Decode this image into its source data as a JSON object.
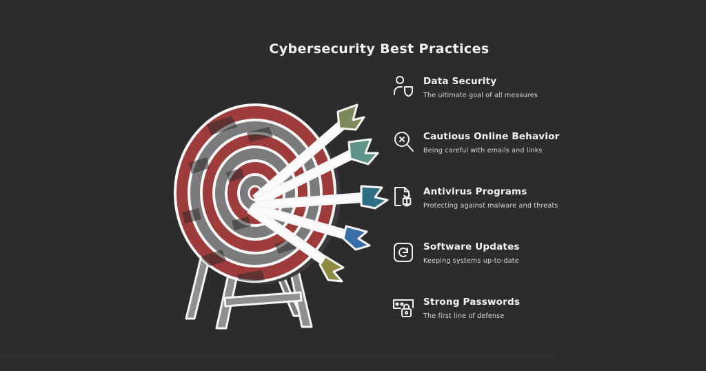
{
  "page": {
    "title": "Cybersecurity Best Practices",
    "background_color": "#2b2b2b",
    "panel_color": "#2c2c2c",
    "text_color": "#f4f4f4",
    "muted_text_color": "#d8d8d8"
  },
  "illustration": {
    "name": "archery-target-with-arrows",
    "ring_red": "#9e3b3b",
    "ring_gray": "#7b7b7b",
    "outline": "#f5f5f5",
    "stand_color": "#8f8f8f",
    "shadow_color": "#3a3a3a",
    "rings": 6,
    "arrows": [
      {
        "label": "arrow-top",
        "fletching_color": "#7e8a5a"
      },
      {
        "label": "arrow-upper",
        "fletching_color": "#5f9389"
      },
      {
        "label": "arrow-middle",
        "fletching_color": "#2d6f85"
      },
      {
        "label": "arrow-lower",
        "fletching_color": "#3a6ea8"
      },
      {
        "label": "arrow-bottom",
        "fletching_color": "#8d8b3f"
      }
    ]
  },
  "practices": [
    {
      "icon": "person-shield-icon",
      "title": "Data Security",
      "description": "The ultimate goal of all measures"
    },
    {
      "icon": "magnifier-x-icon",
      "title": "Cautious Online Behavior",
      "description": "Being careful with emails and links"
    },
    {
      "icon": "file-bug-icon",
      "title": "Antivirus Programs",
      "description": "Protecting against malware and threats"
    },
    {
      "icon": "refresh-square-icon",
      "title": "Software Updates",
      "description": "Keeping systems up-to-date"
    },
    {
      "icon": "password-lock-icon",
      "title": "Strong Passwords",
      "description": "The first line of defense"
    }
  ]
}
